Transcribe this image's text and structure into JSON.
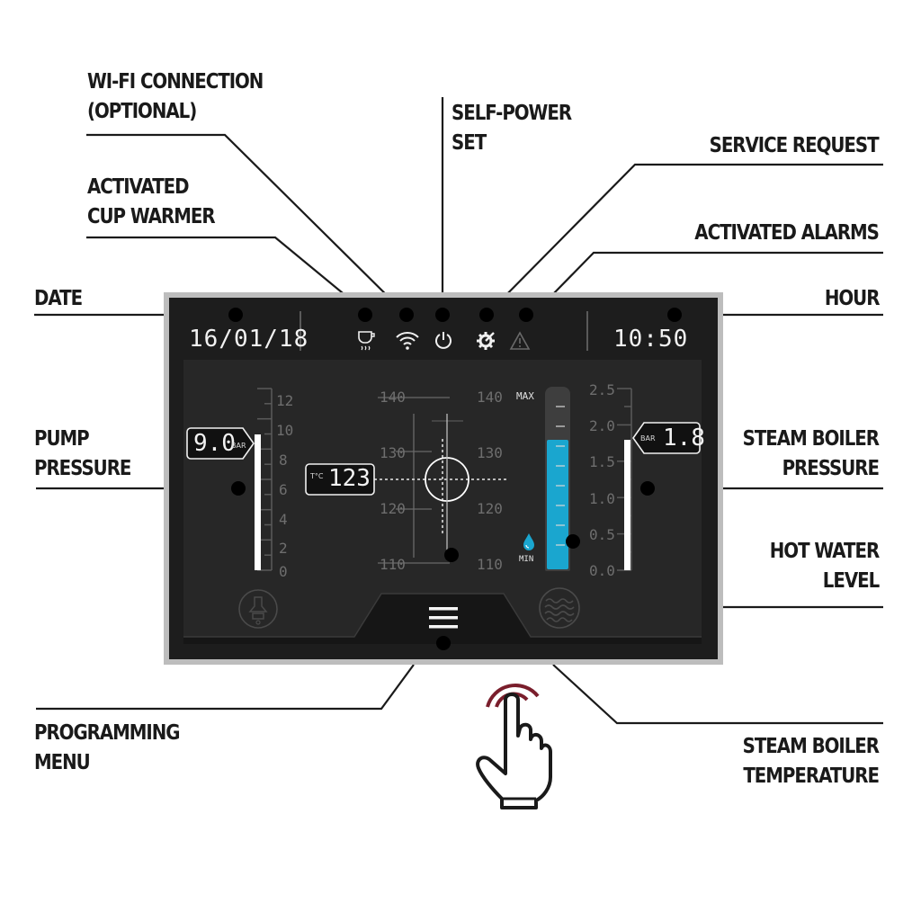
{
  "callouts": {
    "wifi": [
      "WI-FI CONNECTION",
      "(OPTIONAL)"
    ],
    "self_power": [
      "SELF-POWER",
      "SET"
    ],
    "service": [
      "SERVICE REQUEST"
    ],
    "cup_warmer": [
      "ACTIVATED",
      "CUP WARMER"
    ],
    "alarms": [
      "ACTIVATED ALARMS"
    ],
    "date": [
      "DATE"
    ],
    "hour": [
      "HOUR"
    ],
    "pump_pressure": [
      "PUMP",
      "PRESSURE"
    ],
    "steam_pressure": [
      "STEAM BOILER",
      "PRESSURE"
    ],
    "hot_water": [
      "HOT WATER",
      "LEVEL"
    ],
    "programming": [
      "PROGRAMMING",
      "MENU"
    ],
    "steam_temp": [
      "STEAM BOILER",
      "TEMPERATURE"
    ]
  },
  "display": {
    "date": "16/01/18",
    "time": "10:50",
    "pump_value": "9.0",
    "pump_unit": "BAR",
    "pump_scale": [
      "12",
      "10",
      "8",
      "6",
      "4",
      "2",
      "0"
    ],
    "steam_value": "1.8",
    "steam_unit": "BAR",
    "steam_scale": [
      "2.5",
      "2.0",
      "1.5",
      "1.0",
      "0.5",
      "0.0"
    ],
    "temp_unit": "T°C",
    "temp_value": "123",
    "temp_scale_left": [
      "140",
      "130",
      "120",
      "110"
    ],
    "temp_scale_right": [
      "140",
      "130",
      "120",
      "110"
    ],
    "water_max": "MAX",
    "water_min": "MIN",
    "water_level_fraction": 0.72
  },
  "colors": {
    "frame": "#bdbdbd",
    "screen": "#1d1d1d",
    "water": "#1aa6cf",
    "hand_ring": "#7a1e2c"
  },
  "icons": [
    "cup-warmer-icon",
    "wifi-icon",
    "power-icon",
    "service-gear-icon",
    "alarm-icon",
    "hamburger-menu-icon",
    "pump-icon",
    "waves-icon",
    "water-drop-icon",
    "touch-hand-icon"
  ]
}
